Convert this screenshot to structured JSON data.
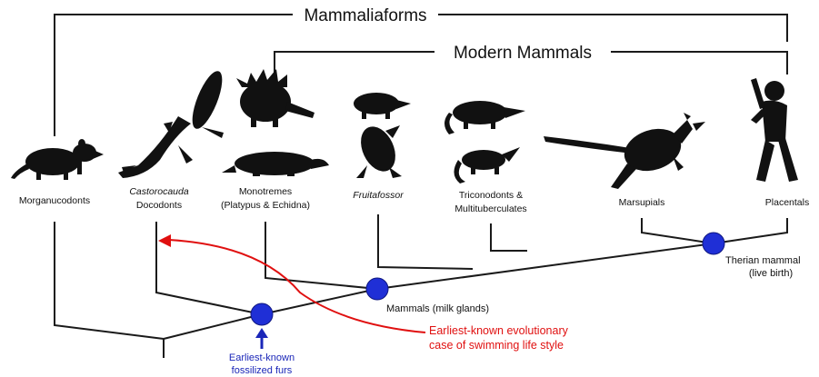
{
  "brackets": {
    "mammaliaforms": "Mammaliaforms",
    "modern_mammals": "Modern Mammals"
  },
  "taxa": {
    "morganucodonts": "Morganucodonts",
    "docodonts_genus": "Castorocauda",
    "docodonts": "Docodonts",
    "monotremes": "Monotremes",
    "monotremes_sub": "(Platypus & Echidna)",
    "fruitafossor": "Fruitafossor",
    "triconodonts": "Triconodonts &",
    "multituberculates": "Multituberculates",
    "marsupials": "Marsupials",
    "placentals": "Placentals"
  },
  "nodes": {
    "therian": "Therian mammal",
    "therian_sub": "(live birth)",
    "mammals": "Mammals (milk glands)",
    "fur_line1": "Earliest-known",
    "fur_line2": "fossilized furs"
  },
  "annotation": {
    "line1": "Earliest-known evolutionary",
    "line2": "case of swimming life style"
  },
  "colors": {
    "node_fill": "#1f2fd6",
    "fur_text": "#1a26b8",
    "annotation": "#e01010",
    "tree": "#1a1a1a",
    "silhouette": "#111111"
  },
  "icons": [
    "morganucodon-silhouette",
    "castorocauda-silhouette",
    "echidna-silhouette",
    "platypus-silhouette",
    "fruitafossor-silhouette",
    "triconodont-silhouette",
    "multituberculate-silhouette",
    "kangaroo-silhouette",
    "baseball-player-silhouette"
  ]
}
